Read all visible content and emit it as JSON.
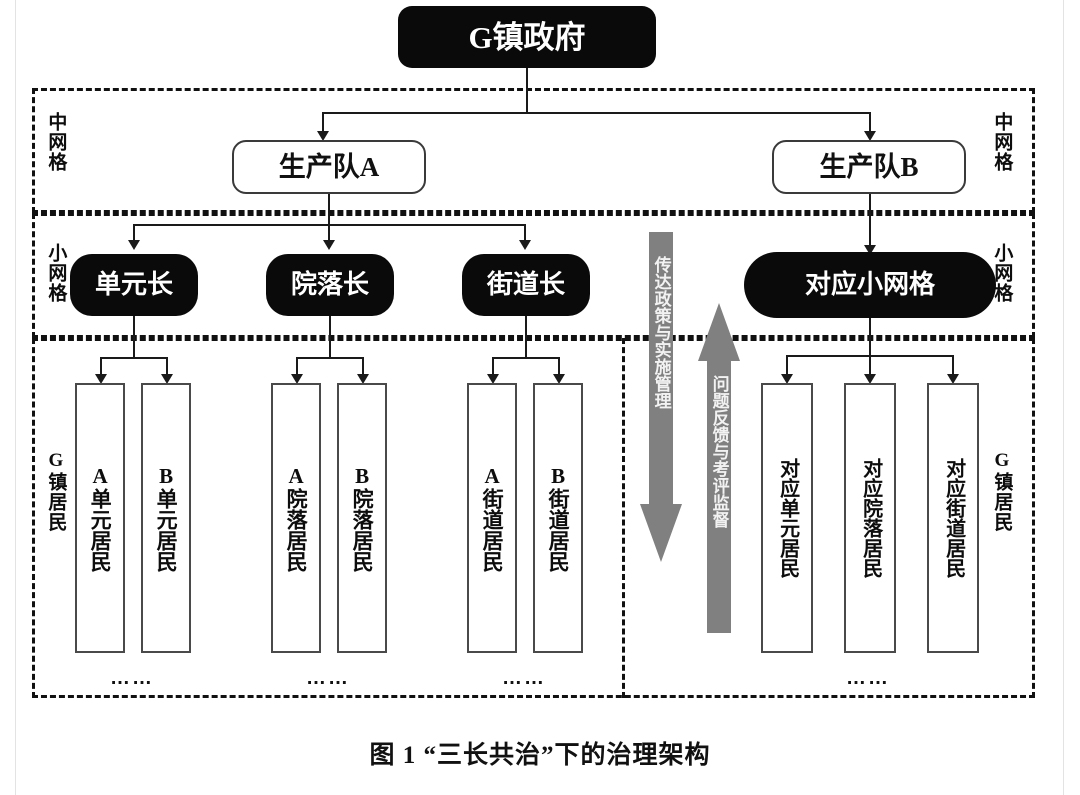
{
  "figure": {
    "caption": "图 1  “三长共治”下的治理架构"
  },
  "top_node": {
    "label": "G镇政府"
  },
  "bands": {
    "middle_grid_left": "中网格",
    "middle_grid_right": "中网格",
    "small_grid_left": "小网格",
    "small_grid_right": "小网格",
    "residents_left": "G镇居民",
    "residents_right": "G镇居民"
  },
  "teams": [
    {
      "label": "生产队A"
    },
    {
      "label": "生产队B"
    }
  ],
  "chiefs": [
    {
      "label": "单元长"
    },
    {
      "label": "院落长"
    },
    {
      "label": "街道长"
    }
  ],
  "corresponding_grid": {
    "label": "对应小网格"
  },
  "residents_left": [
    {
      "label": "A单元居民"
    },
    {
      "label": "B单元居民"
    },
    {
      "label": "A院落居民"
    },
    {
      "label": "B院落居民"
    },
    {
      "label": "A街道居民"
    },
    {
      "label": "B街道居民"
    }
  ],
  "residents_right": [
    {
      "label": "对应单元居民"
    },
    {
      "label": "对应院落居民"
    },
    {
      "label": "对应街道居民"
    }
  ],
  "ellipsis": {
    "mark": "……"
  },
  "flow_arrows": [
    {
      "label": "传达政策与实施管理",
      "direction": "down"
    },
    {
      "label": "问题反馈与考评监督",
      "direction": "up"
    }
  ],
  "colors": {
    "node_fill": "#0a0a0a",
    "node_text": "#ffffff",
    "white_node_fill": "#ffffff",
    "line": "#1a1a1a",
    "dashed_border": "#111111",
    "flow_arrow_gray": "#808080",
    "background": "#ffffff"
  }
}
